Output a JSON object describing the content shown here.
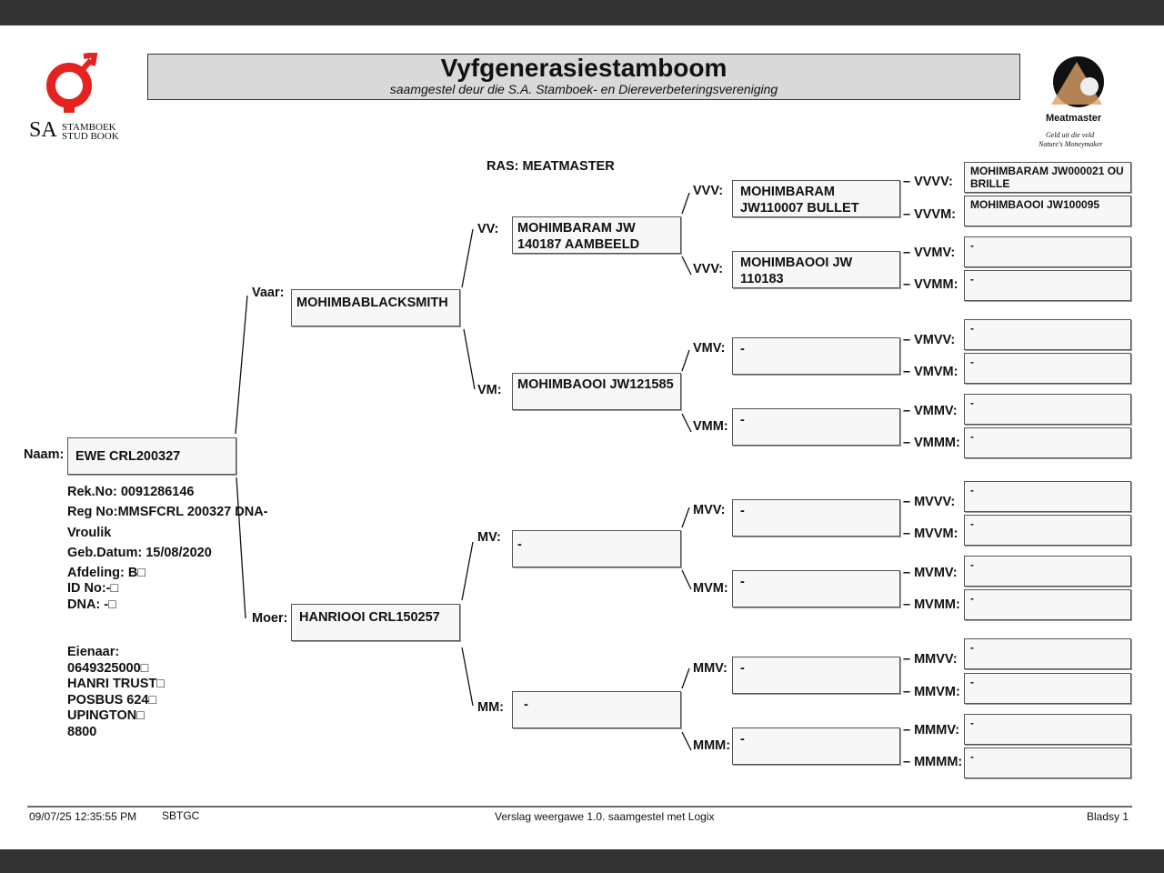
{
  "header": {
    "title": "Vyfgenerasiestamboom",
    "subtitle": "saamgestel deur die S.A. Stamboek- en Diereverbeteringsvereniging",
    "logo_left_sa": "SA",
    "logo_left_line1": "STAMBOEK",
    "logo_left_line2": "STUD BOOK",
    "logo_right_brand": "Meatmaster",
    "logo_right_tag1": "Geld uit die veld",
    "logo_right_tag2": "Nature's Moneymaker"
  },
  "breed": "RAS: MEATMASTER",
  "animal": {
    "label": "Naam:",
    "name": "EWE CRL200327",
    "rek": "Rek.No: 0091286146",
    "reg": "Reg No:MMSFCRL 200327 DNA-",
    "sex": "Vroulik",
    "dob": "Geb.Datum: 15/08/2020",
    "afdeling": "Afdeling: B□",
    "id": "ID No:-□",
    "dna": "DNA: -□",
    "owner_label": "Eienaar:",
    "owner": [
      "0649325000□",
      "HANRI TRUST□",
      "POSBUS 624□",
      "UPINGTON□",
      "8800"
    ]
  },
  "gen2": [
    {
      "label": "Vaar:",
      "name": "MOHIMBABLACKSMITH"
    },
    {
      "label": "Moer:",
      "name": "HANRIOOI CRL150257"
    }
  ],
  "gen3": [
    {
      "label": "VV:",
      "name": "MOHIMBARAM JW 140187 AAMBEELD"
    },
    {
      "label": "VM:",
      "name": "MOHIMBAOOI JW121585"
    },
    {
      "label": "MV:",
      "name": "-"
    },
    {
      "label": "MM:",
      "name": "-"
    }
  ],
  "gen4": [
    {
      "label": "VVV:",
      "name": "MOHIMBARAM JW110007 BULLET"
    },
    {
      "label": "VVV:",
      "name": "MOHIMBAOOI JW 110183"
    },
    {
      "label": "VMV:",
      "name": "-"
    },
    {
      "label": "VMM:",
      "name": "-"
    },
    {
      "label": "MVV:",
      "name": "-"
    },
    {
      "label": "MVM:",
      "name": "-"
    },
    {
      "label": "MMV:",
      "name": "-"
    },
    {
      "label": "MMM:",
      "name": "-"
    }
  ],
  "gen5": [
    {
      "label": "– VVVV:",
      "name": "MOHIMBARAM JW000021 OU BRILLE"
    },
    {
      "label": "– VVVM:",
      "name": "MOHIMBAOOI JW100095"
    },
    {
      "label": "– VVMV:",
      "name": "-"
    },
    {
      "label": "– VVMM:",
      "name": "-"
    },
    {
      "label": "– VMVV:",
      "name": "-"
    },
    {
      "label": "– VMVM:",
      "name": "-"
    },
    {
      "label": "– VMMV:",
      "name": "-"
    },
    {
      "label": "– VMMM:",
      "name": "-"
    },
    {
      "label": "– MVVV:",
      "name": "-"
    },
    {
      "label": "– MVVM:",
      "name": "-"
    },
    {
      "label": "– MVMV:",
      "name": "-"
    },
    {
      "label": "– MVMM:",
      "name": "-"
    },
    {
      "label": "– MMVV:",
      "name": "-"
    },
    {
      "label": "– MMVM:",
      "name": "-"
    },
    {
      "label": "– MMMV:",
      "name": "-"
    },
    {
      "label": "– MMMM:",
      "name": "-"
    }
  ],
  "footer": {
    "timestamp": "09/07/25 12:35:55 PM",
    "code": "SBTGC",
    "report": "Verslag weergawe 1.0. saamgestel met Logix",
    "page": "Bladsy 1"
  }
}
